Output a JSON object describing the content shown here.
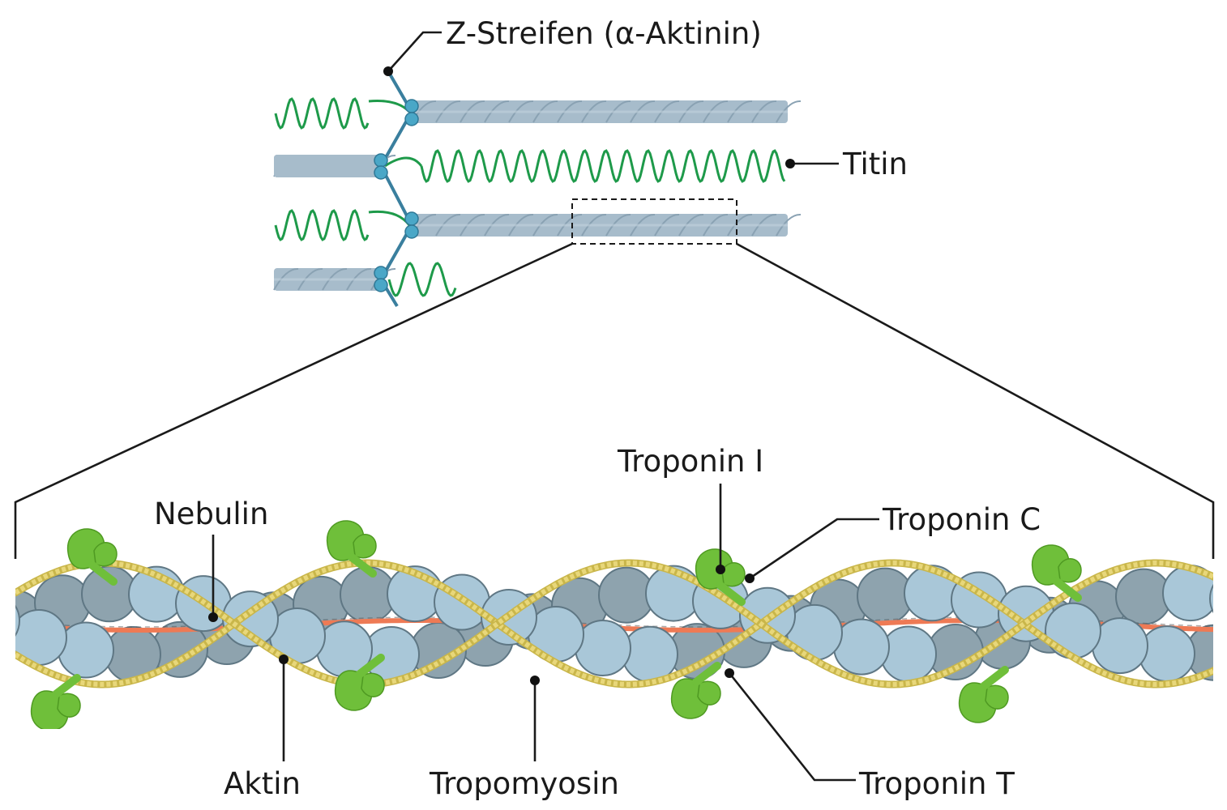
{
  "labels": {
    "z_disc": "Z-Streifen (α-Aktinin)",
    "titin": "Titin",
    "troponin_i": "Troponin I",
    "nebulin": "Nebulin",
    "troponin_c": "Troponin C",
    "aktin": "Aktin",
    "tropomyosin": "Tropomyosin",
    "troponin_t": "Troponin T"
  },
  "colors": {
    "actin_light": "#a9c7d8",
    "actin_dark": "#8ea3ae",
    "actin_outline": "#5f7784",
    "filament_top": "#a7bccb",
    "z_disc_line": "#3a7f9e",
    "z_disc_node": "#4aa7c7",
    "titin": "#1e9a4a",
    "tropomyosin": "#e8d77a",
    "tropomyosin_edge": "#c9b64a",
    "nebulin": "#ee7a55",
    "troponin": "#6fbf3a",
    "troponin_dark": "#4f9a22"
  }
}
